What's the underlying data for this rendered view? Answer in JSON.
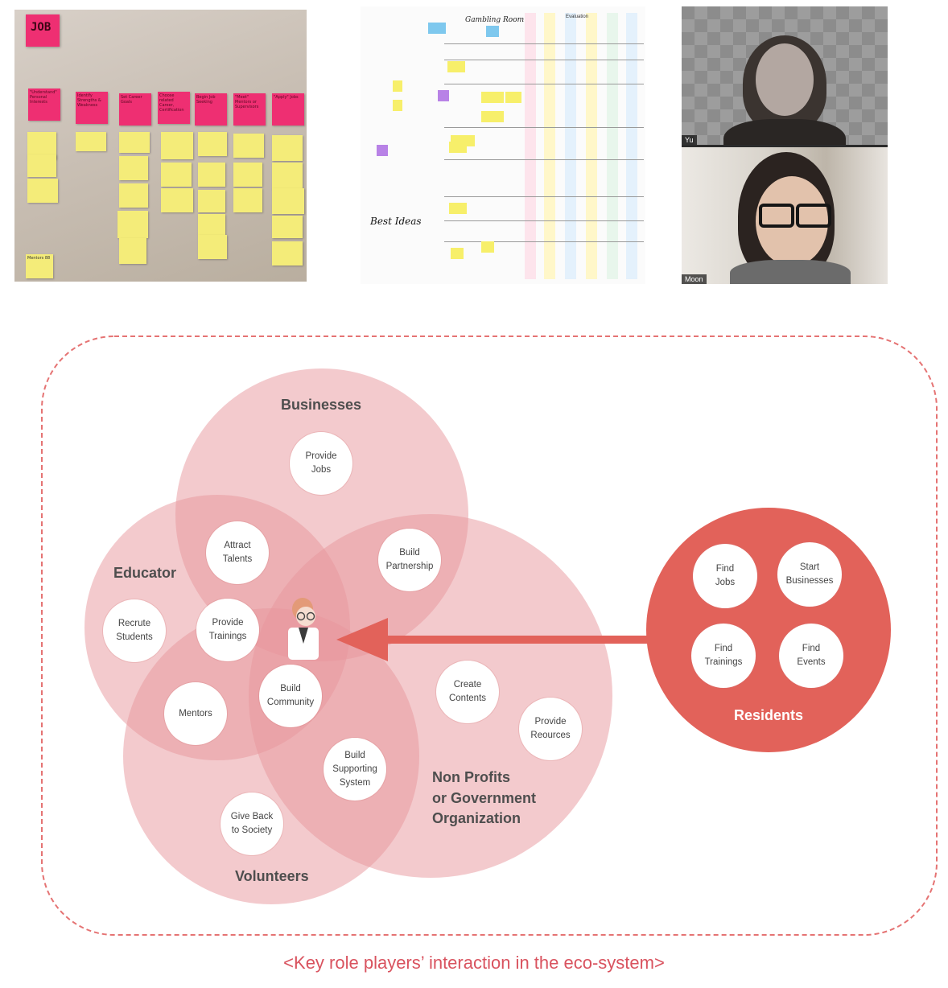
{
  "photos": {
    "wall": {
      "job_note": "JOB",
      "header_notes": [
        "\"Understand\" Personal Interests",
        "Identify Strengths & Weakness",
        "Set Career Goals",
        "Choose related Career, Certification",
        "Begin Job Seeking",
        "\"Meet\" Mentors or Supervisors",
        "\"Apply\" Jobs"
      ],
      "bottom_note": "Mentors 88"
    },
    "board": {
      "title": "Gambling Room",
      "evaluation_label": "Evaluation",
      "best_ideas": "Best Ideas"
    },
    "video": {
      "top_name": "Yu",
      "bottom_name": "Moon"
    }
  },
  "diagram": {
    "colors": {
      "circle_fill": "#e8959b",
      "residents_fill": "#e2625a",
      "arrow": "#e2625a",
      "border": "#e57373",
      "caption": "#d9535f"
    },
    "groups": {
      "businesses": "Businesses",
      "educator": "Educator",
      "volunteers": "Volunteers",
      "nonprofits": [
        "Non Profits",
        "or Government",
        "Organization"
      ],
      "residents": "Residents"
    },
    "roles": {
      "provide_jobs": "Provide\nJobs",
      "attract_talents": "Attract\nTalents",
      "build_partnership": "Build\nPartnership",
      "recruite_students": "Recrute\nStudents",
      "provide_trainings": "Provide\nTrainings",
      "mentors": "Mentors",
      "build_community": "Build\nCommunity",
      "create_contents": "Create\nContents",
      "provide_resources": "Provide\nReources",
      "build_supporting_system": "Build\nSupporting\nSystem",
      "give_back": "Give Back\nto Society"
    },
    "resident_roles": {
      "find_jobs": "Find\nJobs",
      "start_businesses": "Start\nBusinesses",
      "find_trainings": "Find\nTrainings",
      "find_events": "Find\nEvents"
    },
    "caption": "<Key role players’ interaction in the eco-system>"
  }
}
